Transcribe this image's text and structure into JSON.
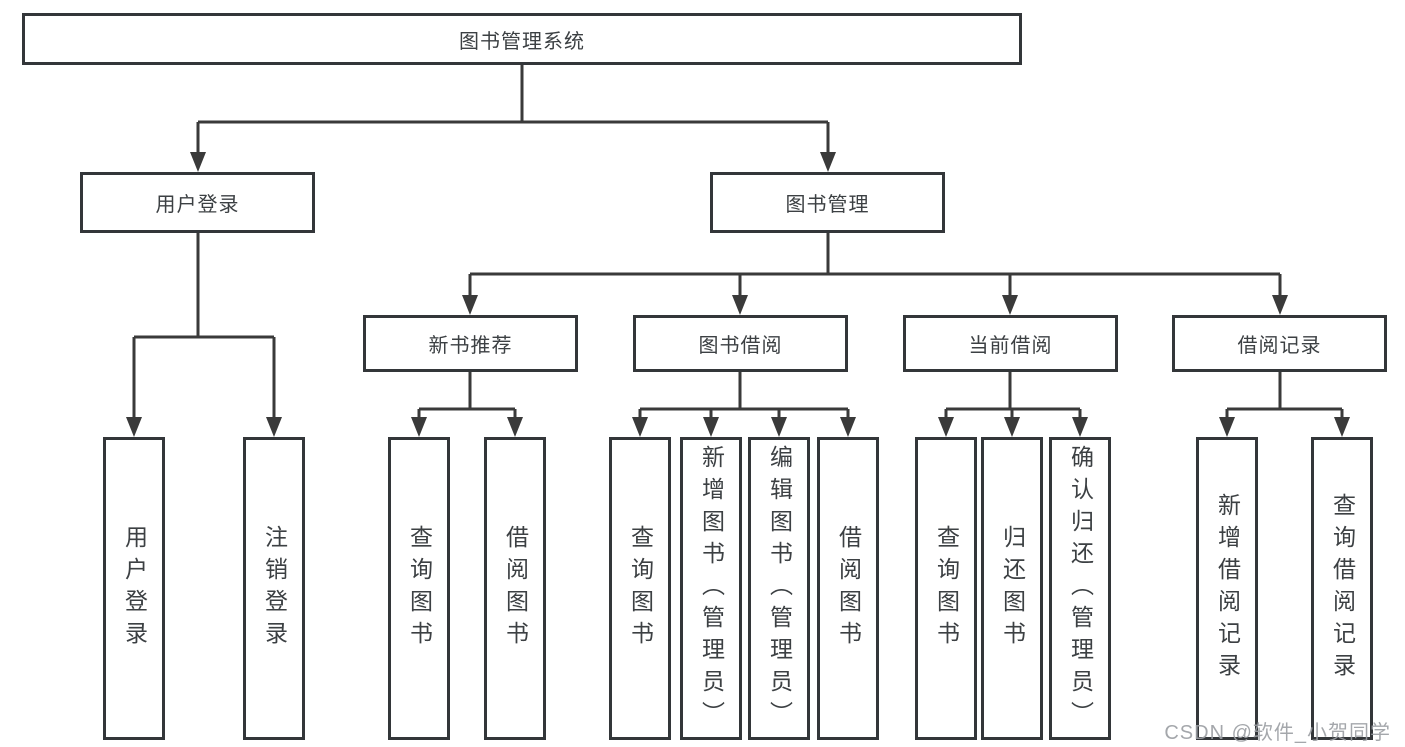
{
  "tree": {
    "label": "图书管理系统",
    "children": [
      {
        "label": "用户登录",
        "children": [
          {
            "label": "用户登录"
          },
          {
            "label": "注销登录"
          }
        ]
      },
      {
        "label": "图书管理",
        "children": [
          {
            "label": "新书推荐",
            "children": [
              {
                "label": "查询图书"
              },
              {
                "label": "借阅图书"
              }
            ]
          },
          {
            "label": "图书借阅",
            "children": [
              {
                "label": "查询图书"
              },
              {
                "label": "新增图书（管理员）"
              },
              {
                "label": "编辑图书（管理员）"
              },
              {
                "label": "借阅图书"
              }
            ]
          },
          {
            "label": "当前借阅",
            "children": [
              {
                "label": "查询图书"
              },
              {
                "label": "归还图书"
              },
              {
                "label": "确认归还（管理员）"
              }
            ]
          },
          {
            "label": "借阅记录",
            "children": [
              {
                "label": "新增借阅记录"
              },
              {
                "label": "查询借阅记录"
              }
            ]
          }
        ]
      }
    ]
  },
  "watermark": {
    "text": "CSDN @软件_小贺同学"
  },
  "colors": {
    "line": "#3a3a3a",
    "box_border": "#333639",
    "text": "#3c4043",
    "watermark": "#9b9ea3",
    "background": "#ffffff"
  }
}
